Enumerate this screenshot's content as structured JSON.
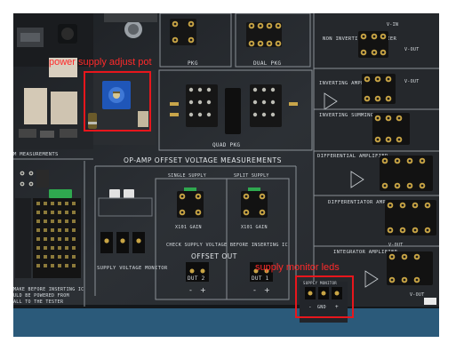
{
  "annotations": {
    "power_supply": "power supply adjust pot",
    "supply_monitor": "supply monitor leds"
  },
  "board_labels": {
    "dual_pkg_left": "PKG",
    "dual_pkg": "DUAL PKG",
    "quad_pkg": "QUAD PKG",
    "inverting_amp": "INVERTING AMPLIFIER",
    "non_inverting_amp": "NON INVERTING AMPLIFIER",
    "inverting_summing_amp": "INVERTING SUMMING AMPLIFIER",
    "differential_amp": "DIFFERENTIAL AMPLIFIER",
    "differentiator_amp": "DIFFERENTIATOR AMPLIFIER",
    "integrator_amp": "INTEGRATOR AMPLIFIER",
    "offset_title": "OP-AMP OFFSET VOLTAGE MEASUREMENTS",
    "single_supply": "SINGLE SUPPLY",
    "split_supply": "SPLIT SUPPLY",
    "x101_gain_1": "X101 GAIN",
    "x101_gain_2": "X101 GAIN",
    "check_supply": "CHECK SUPPLY VOLTAGE BEFORE INSERTING IC",
    "offset_out": "OFFSET OUT",
    "dut2": "DUT 2",
    "dut1": "DUT 1",
    "supply_voltage_monitor": "SUPPLY VOLTAGE MONITOR",
    "supply_monitor_small": "SUPPLY MONITOR",
    "gnd": "GND",
    "minus": "-",
    "plus": "+",
    "warn_1": "MAKE BEFORE INSERTING IC",
    "warn_2": "ULD BE POWERED FROM",
    "warn_3": "ALL TO THE TESTER",
    "measurements": "M MEASUREMENTS",
    "vout": "V-OUT",
    "vin": "V-IN"
  },
  "colors": {
    "board": "#2a2d31",
    "annotation": "#e8161c",
    "trim_pot": "#1f56b8",
    "header_green": "#2fa84f",
    "edge_blue": "#2b5a7a"
  }
}
